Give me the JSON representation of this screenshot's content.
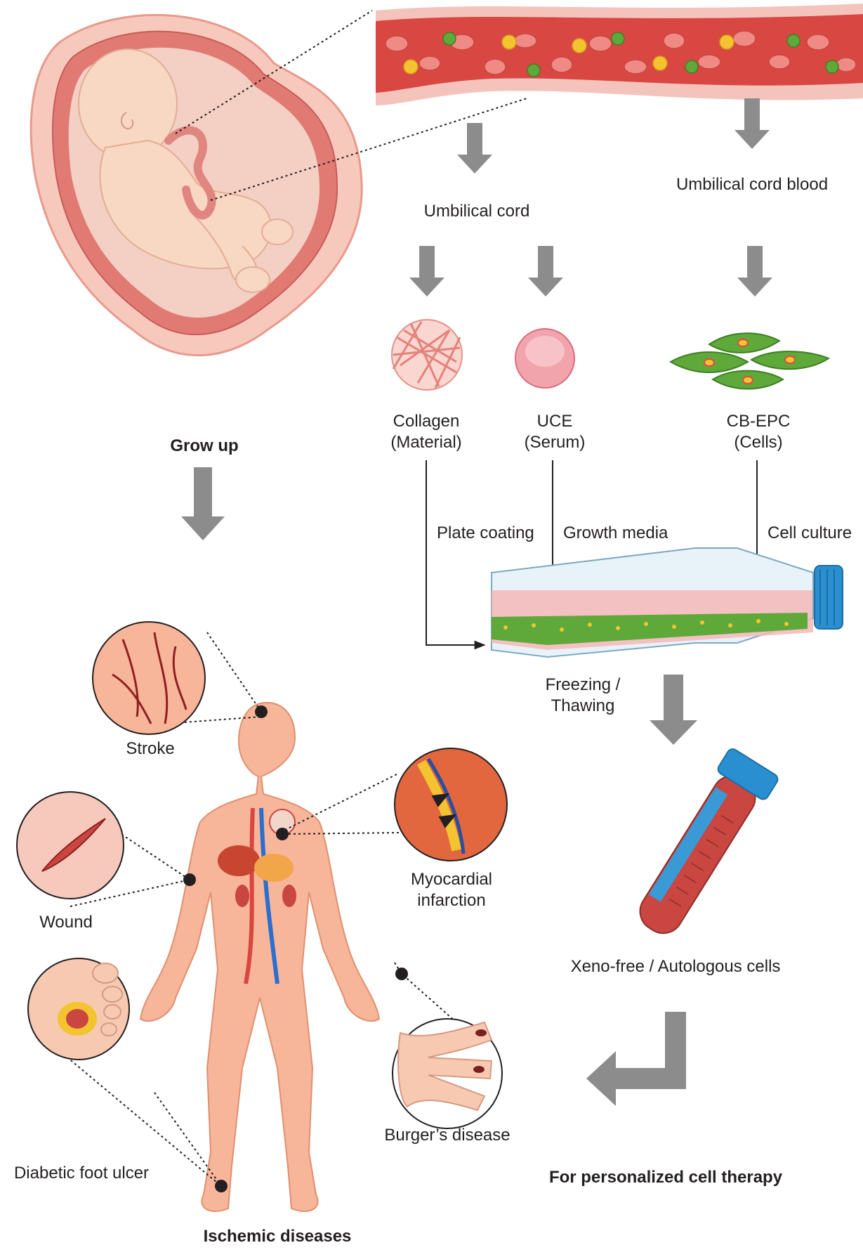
{
  "labels": {
    "umbilical_cord": "Umbilical cord",
    "umbilical_cord_blood": "Umbilical cord blood",
    "collagen": "Collagen",
    "collagen_sub": "(Material)",
    "uce": "UCE",
    "uce_sub": "(Serum)",
    "cbepc": "CB-EPC",
    "cbepc_sub": "(Cells)",
    "grow_up": "Grow  up",
    "plate_coating": "Plate coating",
    "growth_media": "Growth media",
    "cell_culture": "Cell culture",
    "freezing": "Freezing /",
    "thawing": "Thawing",
    "stroke": "Stroke",
    "wound": "Wound",
    "myocardial": "Myocardial",
    "infarction": "infarction",
    "xeno_free": "Xeno-free / Autologous cells",
    "burger": "Burger’s disease",
    "diabetic": "Diabetic foot ulcer",
    "personalized": "For personalized cell therapy",
    "ischemic": "Ischemic diseases"
  },
  "colors": {
    "arrow_gray": "#8c8c8c",
    "skin": "#f6b9a0",
    "uterus": "#e8857c",
    "blood_red": "#d9453f",
    "cell_green": "#5fa83a",
    "cell_yellow": "#f4c430",
    "cap_blue": "#2a8fd0"
  }
}
